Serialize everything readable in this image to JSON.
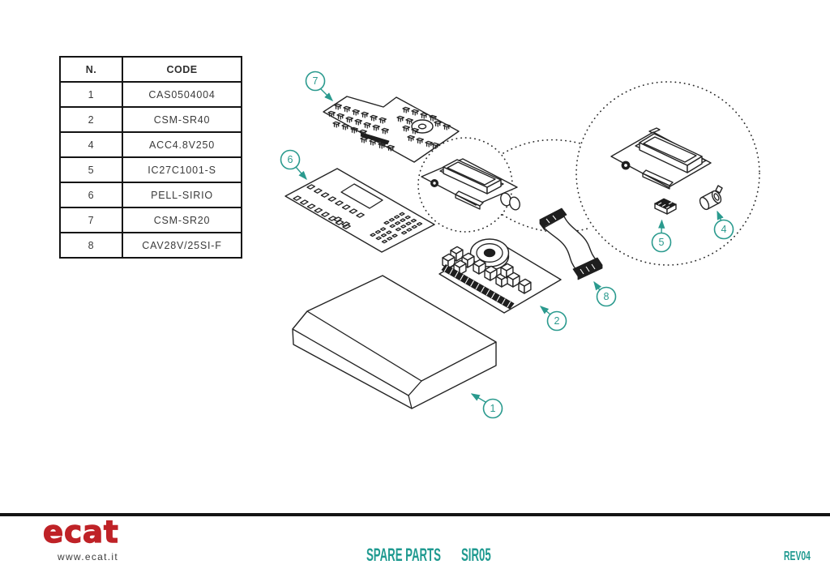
{
  "table": {
    "headers": {
      "n": "N.",
      "code": "CODE"
    },
    "rows": [
      {
        "n": "1",
        "code": "CAS0504004"
      },
      {
        "n": "2",
        "code": "CSM-SR40"
      },
      {
        "n": "4",
        "code": "ACC4.8V250"
      },
      {
        "n": "5",
        "code": "IC27C1001-S"
      },
      {
        "n": "6",
        "code": "PELL-SIRIO"
      },
      {
        "n": "7",
        "code": "CSM-SR20"
      },
      {
        "n": "8",
        "code": "CAV28V/25SI-F"
      }
    ]
  },
  "diagram": {
    "callouts": [
      {
        "label": "7"
      },
      {
        "label": "6"
      },
      {
        "label": "5"
      },
      {
        "label": "4"
      },
      {
        "label": "8"
      },
      {
        "label": "2"
      },
      {
        "label": "1"
      }
    ]
  },
  "footer": {
    "logo_text": "ecat",
    "logo_url": "www.ecat.it",
    "doc_type": "SPARE PARTS",
    "model": "SIR05",
    "revision": "REV04"
  },
  "colors": {
    "accent_teal": "#2a9a8e",
    "logo_red": "#bf2227",
    "line_black": "#141414"
  }
}
